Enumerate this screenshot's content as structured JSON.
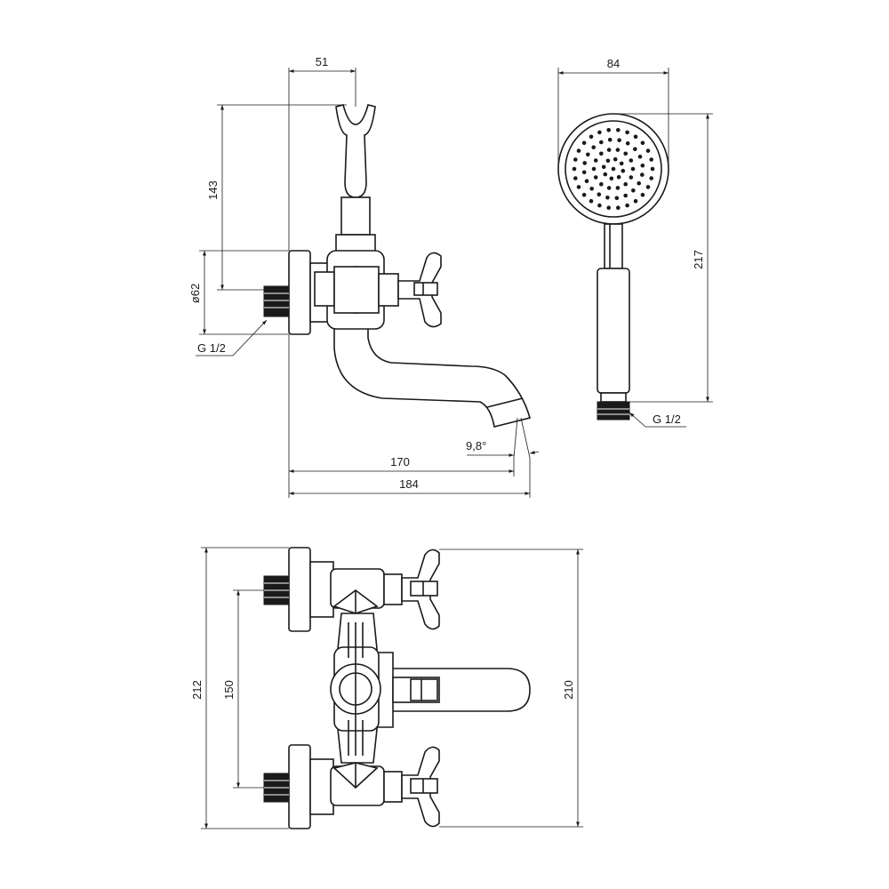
{
  "dimensions": {
    "bracket_offset": "51",
    "bracket_height": "143",
    "flange_diameter": "ø62",
    "inlet_thread_left": "G 1/2",
    "spout_angle": "9,8°",
    "spout_reach": "170",
    "overall_depth": "184",
    "shower_head_diameter": "84",
    "shower_length": "217",
    "shower_thread": "G 1/2",
    "overall_width": "212",
    "inlet_spacing": "150",
    "handle_span": "210"
  }
}
